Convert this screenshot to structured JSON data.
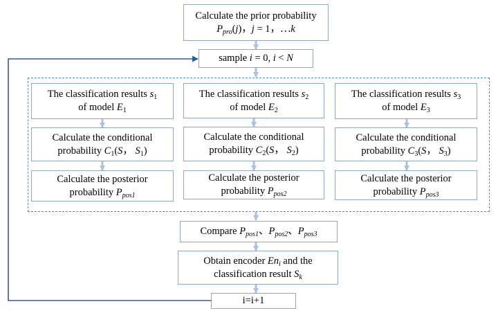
{
  "boxes": {
    "prior": {
      "line1": "Calculate the prior probability",
      "line2": "P"
    },
    "sample": {
      "text": "sample"
    },
    "models": [
      {
        "line1": "The classification results",
        "line2": "of model"
      },
      {
        "line1": "The classification results",
        "line2": "of model"
      },
      {
        "line1": "The classification results",
        "line2": "of model"
      }
    ],
    "conditional": [
      {
        "line1": "Calculate the conditional",
        "line2": "probability"
      },
      {
        "line1": "Calculate the conditional",
        "line2": "probability"
      },
      {
        "line1": "Calculate the conditional",
        "line2": "probability"
      }
    ],
    "posterior": [
      {
        "line1": "Calculate the posterior",
        "line2": "probability"
      },
      {
        "line1": "Calculate the posterior",
        "line2": "probability"
      },
      {
        "line1": "Calculate the posterior",
        "line2": "probability"
      }
    ],
    "compare": {
      "text": "Compare"
    },
    "obtain": {
      "line1a": "Obtain encoder",
      "line1b": "and the",
      "line2": "classification result"
    },
    "increment": {
      "text": "i=i+1"
    }
  },
  "colors": {
    "box_border": "#8ea3c7",
    "dashed_border": "#4f86c6",
    "arrow": "#a9c2e3",
    "loop_line": "#2f5a9a"
  }
}
